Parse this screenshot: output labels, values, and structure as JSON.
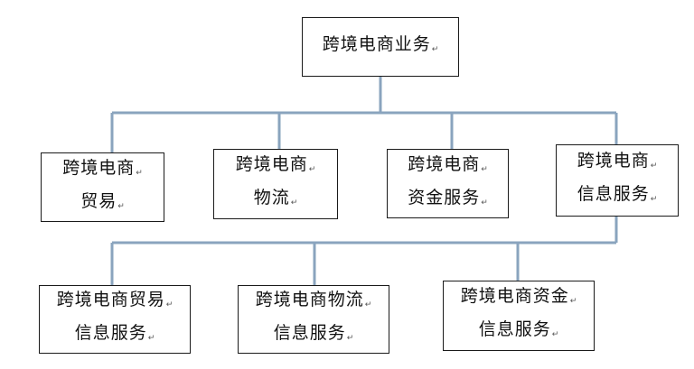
{
  "root": {
    "lines": [
      "跨境电商业务"
    ]
  },
  "level1": [
    {
      "lines": [
        "跨境电商",
        "贸易"
      ]
    },
    {
      "lines": [
        "跨境电商",
        "物流"
      ]
    },
    {
      "lines": [
        "跨境电商",
        "资金服务"
      ]
    },
    {
      "lines": [
        "跨境电商",
        "信息服务"
      ]
    }
  ],
  "level2": [
    {
      "lines": [
        "跨境电商贸易",
        "信息服务"
      ]
    },
    {
      "lines": [
        "跨境电商物流",
        "信息服务"
      ]
    },
    {
      "lines": [
        "跨境电商资金",
        "信息服务"
      ]
    }
  ],
  "colors": {
    "connector": "#8aa4be",
    "border": "#1a1a1a",
    "text": "#111111"
  }
}
